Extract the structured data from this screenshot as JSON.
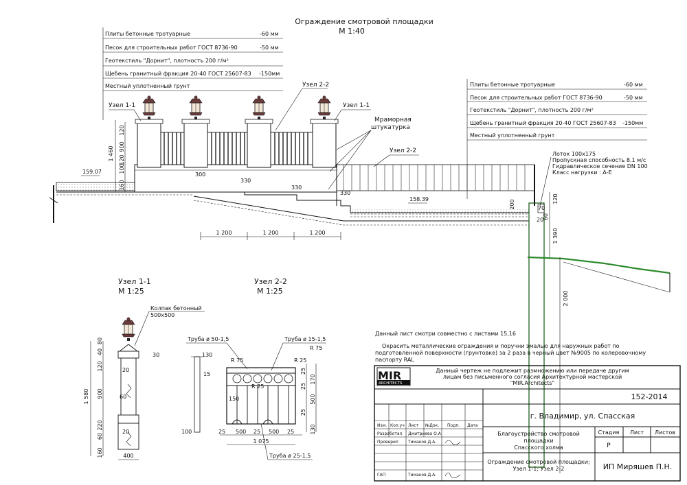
{
  "main_drawing": {
    "title": "Ограждение смотровой площадки",
    "scale": "М 1:40",
    "layers_left": [
      {
        "name": "Плиты бетонные тротуарные",
        "value": "-60 мм"
      },
      {
        "name": "Песок для строительных работ ГОСТ 8736-90",
        "value": "-50 мм"
      },
      {
        "name": "Геотекстиль \"Дорнит\", плотность 200 г/м²",
        "value": ""
      },
      {
        "name": "Щебень гранитный фракция 20-40 ГОСТ 25607-83",
        "value": "-150мм"
      },
      {
        "name": "Местный уплотненный грунт",
        "value": ""
      }
    ],
    "layers_right": [
      {
        "name": "Плиты бетонные тротуарные",
        "value": "-60 мм"
      },
      {
        "name": "Песок для строительных работ ГОСТ 8736-90",
        "value": "-50 мм"
      },
      {
        "name": "Геотекстиль \"Дорнит\", плотность 200 г/м²",
        "value": ""
      },
      {
        "name": "Щебень гранитный фракция 20-40 ГОСТ 25607-83",
        "value": "-150мм"
      },
      {
        "name": "Местный уплотненный грунт",
        "value": ""
      }
    ],
    "callouts": {
      "node22_top": "Узел 2-2",
      "node11_left": "Узел 1-1",
      "node11_right": "Узел 1-1",
      "marble": "Мраморная",
      "marble2": "штукатурка",
      "node22_mid": "Узел 2-2",
      "tray1": "Лоток 100х175",
      "tray2": "Пропускная способность 8.1 м/с",
      "tray3": "Гидравлическое сечение DN 100",
      "tray4": "Класс нагрузки : А-Е"
    },
    "dims": {
      "h1460": "1 460",
      "h900": "900",
      "h120": "120",
      "h100": "100",
      "h120b": "120",
      "h160": "160",
      "step300": "300",
      "step330a": "330",
      "step330b": "330",
      "step330c": "330",
      "lvl_left": "159.07",
      "lvl_right": "158.39",
      "w1200a": "1 200",
      "w1200b": "1 200",
      "w1200c": "1 200",
      "r200": "200",
      "r70": "70",
      "r20": "20",
      "r120": "120",
      "r60": "60",
      "r1390": "1 390",
      "r2000": "2 000"
    }
  },
  "node11": {
    "title": "Узел 1-1",
    "scale": "М 1:25",
    "cap_label": "Колпак бетонный",
    "cap_size": "500x500",
    "dims": {
      "d80": "80",
      "d40": "40",
      "d120": "120",
      "d900": "900",
      "d220": "220",
      "d60": "60",
      "d160": "160",
      "d1580": "1 580",
      "d30": "30",
      "d20a": "20",
      "d60b": "60",
      "d20b": "20",
      "d400": "400"
    }
  },
  "node22": {
    "title": "Узел 2-2",
    "scale": "М 1:25",
    "pipe_top": "Труба ø 50-1,5",
    "pipe_mid": "Труба ø 15-1,5",
    "pipe_bot": "Труба ø 25-1,5",
    "dims": {
      "d130": "130",
      "d15": "15",
      "d100": "100",
      "r75a": "R 75",
      "r25a": "R 25",
      "r25b": "R 25",
      "r75b": "R 75",
      "d150": "150",
      "w25a": "25",
      "w500a": "500",
      "w25b": "25",
      "w500b": "500",
      "w25c": "25",
      "w1075": "1 075",
      "v25a": "25",
      "v170": "170",
      "v25b": "25",
      "v500": "500",
      "v25c": "25",
      "v130": "130"
    }
  },
  "notes": {
    "n1": "Данный лист смотри совместно с листами 15,16",
    "n2a": "Окрасить металлические ограждения и поручни эмалью для наружных работ по",
    "n2b": "подготовленной поверхности (грунтовке) за 2 раза в черный цвет №9005 по колеровочному",
    "n2c": "паспорту RAL"
  },
  "title_block": {
    "logo": "MIR",
    "logo_sub": "ARCHITECTS",
    "warn1": "Данный чертеж не подлежит размножению или передаче другим",
    "warn2": "лицам без письменного согласия Архитектурной мастерской",
    "warn3": "\"MIR.Architects\"",
    "code": "152-2014",
    "city": "г. Владимир, ул. Спасская",
    "cols": [
      "Изм.",
      "Кол.уч",
      "Лист",
      "№Док.",
      "Подп.",
      "Дата"
    ],
    "dev_role": "Разработал",
    "dev_name": "Дмитриева О.А.",
    "chk_role": "Проверил",
    "chk_name": "Тимаков Д.А.",
    "gap_role": "ГАП",
    "gap_name": "Тимаков Д.А.",
    "project1": "Благоустройство смотровой",
    "project2": "площадки",
    "project3": "Спасского холма",
    "stage_h": "Стадия",
    "sheet_h": "Лист",
    "sheets_h": "Листов",
    "stage": "Р",
    "sheet_title1": "Ограждение смотровой площадки;",
    "sheet_title2": "Узел 1-1; Узел 2-2",
    "company": "ИП Миряшев П.Н."
  }
}
